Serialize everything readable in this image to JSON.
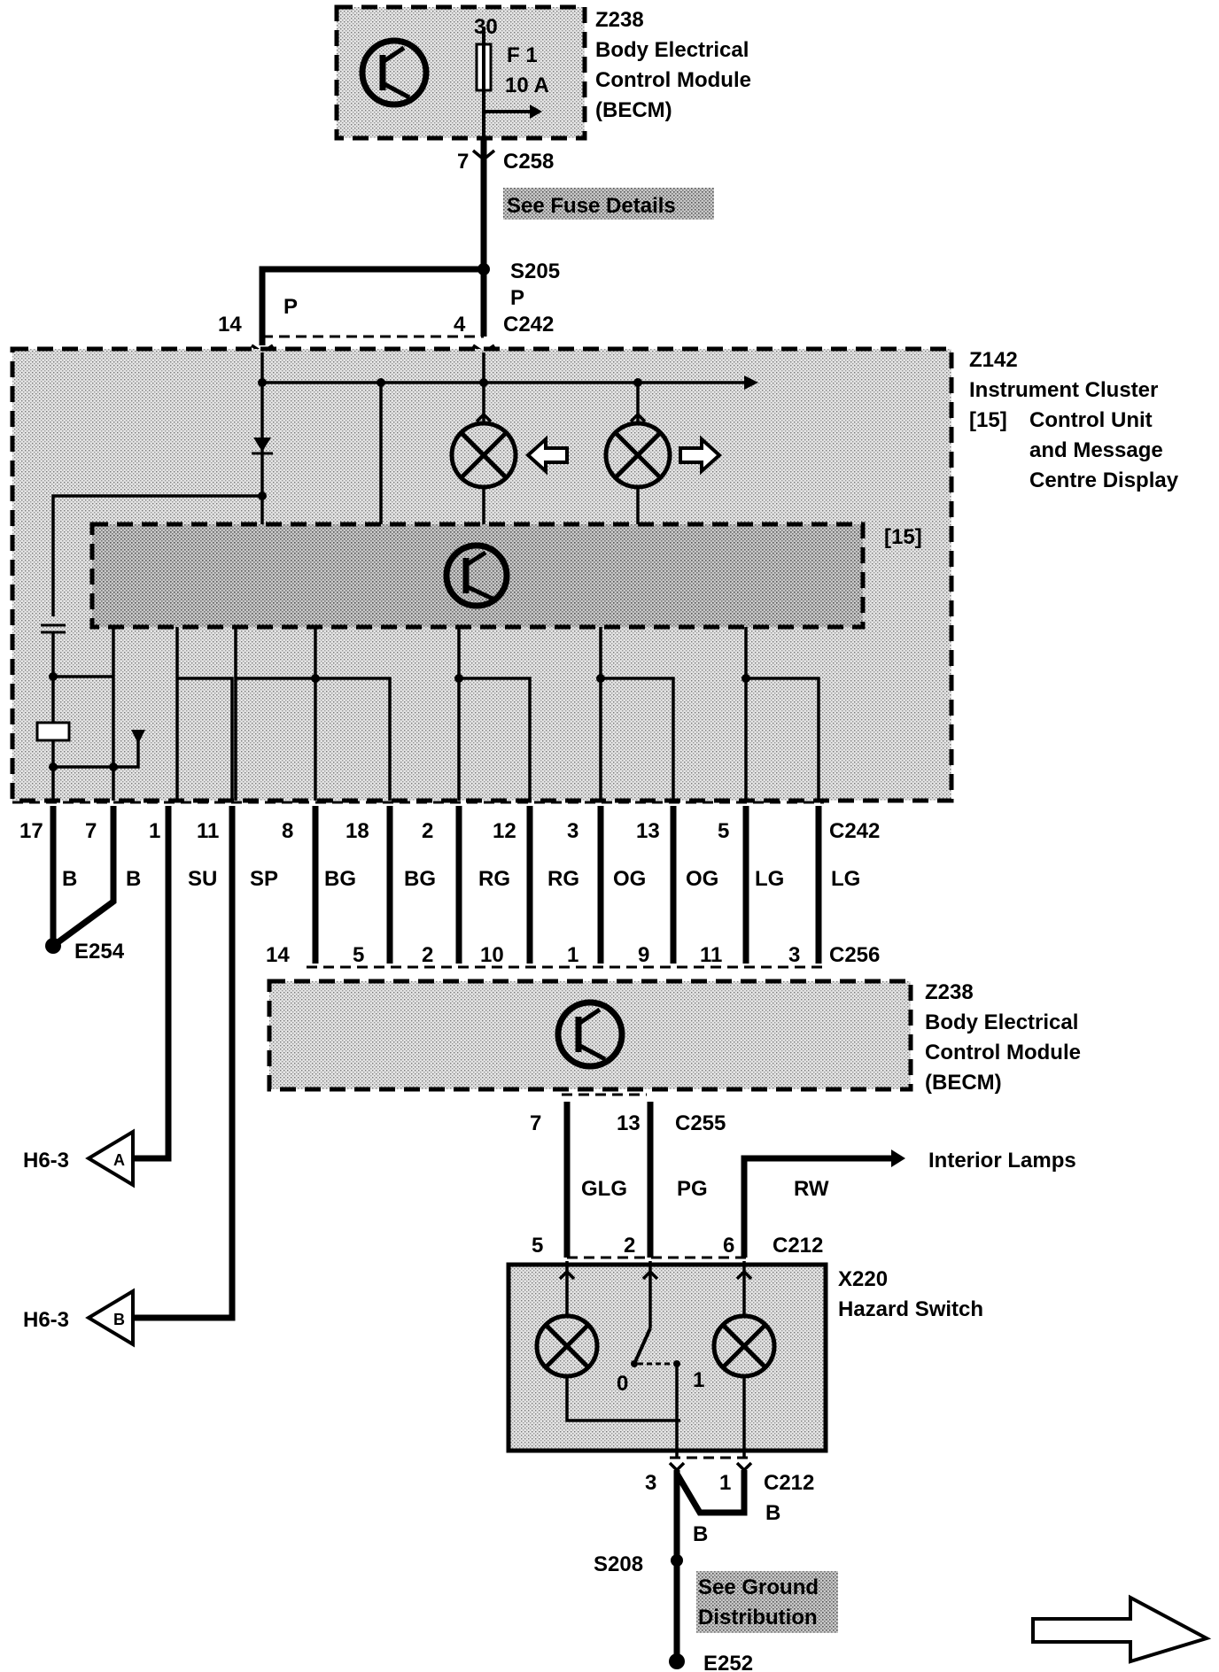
{
  "becm_top": {
    "id": "Z238",
    "name_line1": "Body Electrical",
    "name_line2": "Control Module",
    "name_line3": "(BECM)",
    "fuse_terminal": "30",
    "fuse_name": "F 1",
    "fuse_rating": "10 A"
  },
  "c258": {
    "pin": "7",
    "connector": "C258"
  },
  "fuse_note": "See Fuse Details",
  "s205": {
    "splice": "S205",
    "color": "P"
  },
  "p_wire_label": "P",
  "c242_top": {
    "pin_left": "14",
    "pin_right": "4",
    "connector": "C242"
  },
  "cluster": {
    "id": "Z142",
    "name_line1": "Instrument Cluster",
    "ref": "[15]",
    "name_line2": "Control Unit",
    "name_line3": "and Message",
    "name_line4": "Centre Display",
    "inner_ref": "[15]"
  },
  "c242_pins": [
    "17",
    "7",
    "1",
    "11",
    "8",
    "18",
    "2",
    "12",
    "3",
    "13",
    "5"
  ],
  "c242_connector": "C242",
  "wire_colors": [
    "B",
    "B",
    "SU",
    "SP",
    "BG",
    "BG",
    "RG",
    "RG",
    "OG",
    "OG",
    "LG",
    "LG"
  ],
  "e254": "E254",
  "c256_pins": [
    "14",
    "5",
    "2",
    "10",
    "1",
    "9",
    "11",
    "3"
  ],
  "c256_connector": "C256",
  "becm_mid": {
    "id": "Z238",
    "name_line1": "Body Electrical",
    "name_line2": "Control Module",
    "name_line3": "(BECM)"
  },
  "h6_a": {
    "ref": "H6-3",
    "letter": "A"
  },
  "h6_b": {
    "ref": "H6-3",
    "letter": "B"
  },
  "c255": {
    "pin_left": "7",
    "pin_right": "13",
    "connector": "C255"
  },
  "c255_colors": [
    "GLG",
    "PG",
    "RW"
  ],
  "interior_lamps": "Interior Lamps",
  "c212_top": {
    "pins": [
      "5",
      "2",
      "6"
    ],
    "connector": "C212"
  },
  "hazard": {
    "id": "X220",
    "name": "Hazard Switch",
    "pos0": "0",
    "pos1": "1"
  },
  "c212_bottom": {
    "pin_left": "3",
    "pin_right": "1",
    "connector": "C212",
    "color": "B"
  },
  "ground_wire_color": "B",
  "s208": "S208",
  "ground_note_line1": "See Ground",
  "ground_note_line2": "Distribution",
  "e252": "E252",
  "icons": [
    "transistor-icon",
    "fuse-icon",
    "lamp-icon",
    "arrow-left-icon",
    "arrow-right-icon",
    "diode-icon",
    "capacitor-icon",
    "resistor-icon",
    "ground-icon",
    "switch-icon",
    "next-page-arrow-icon"
  ]
}
